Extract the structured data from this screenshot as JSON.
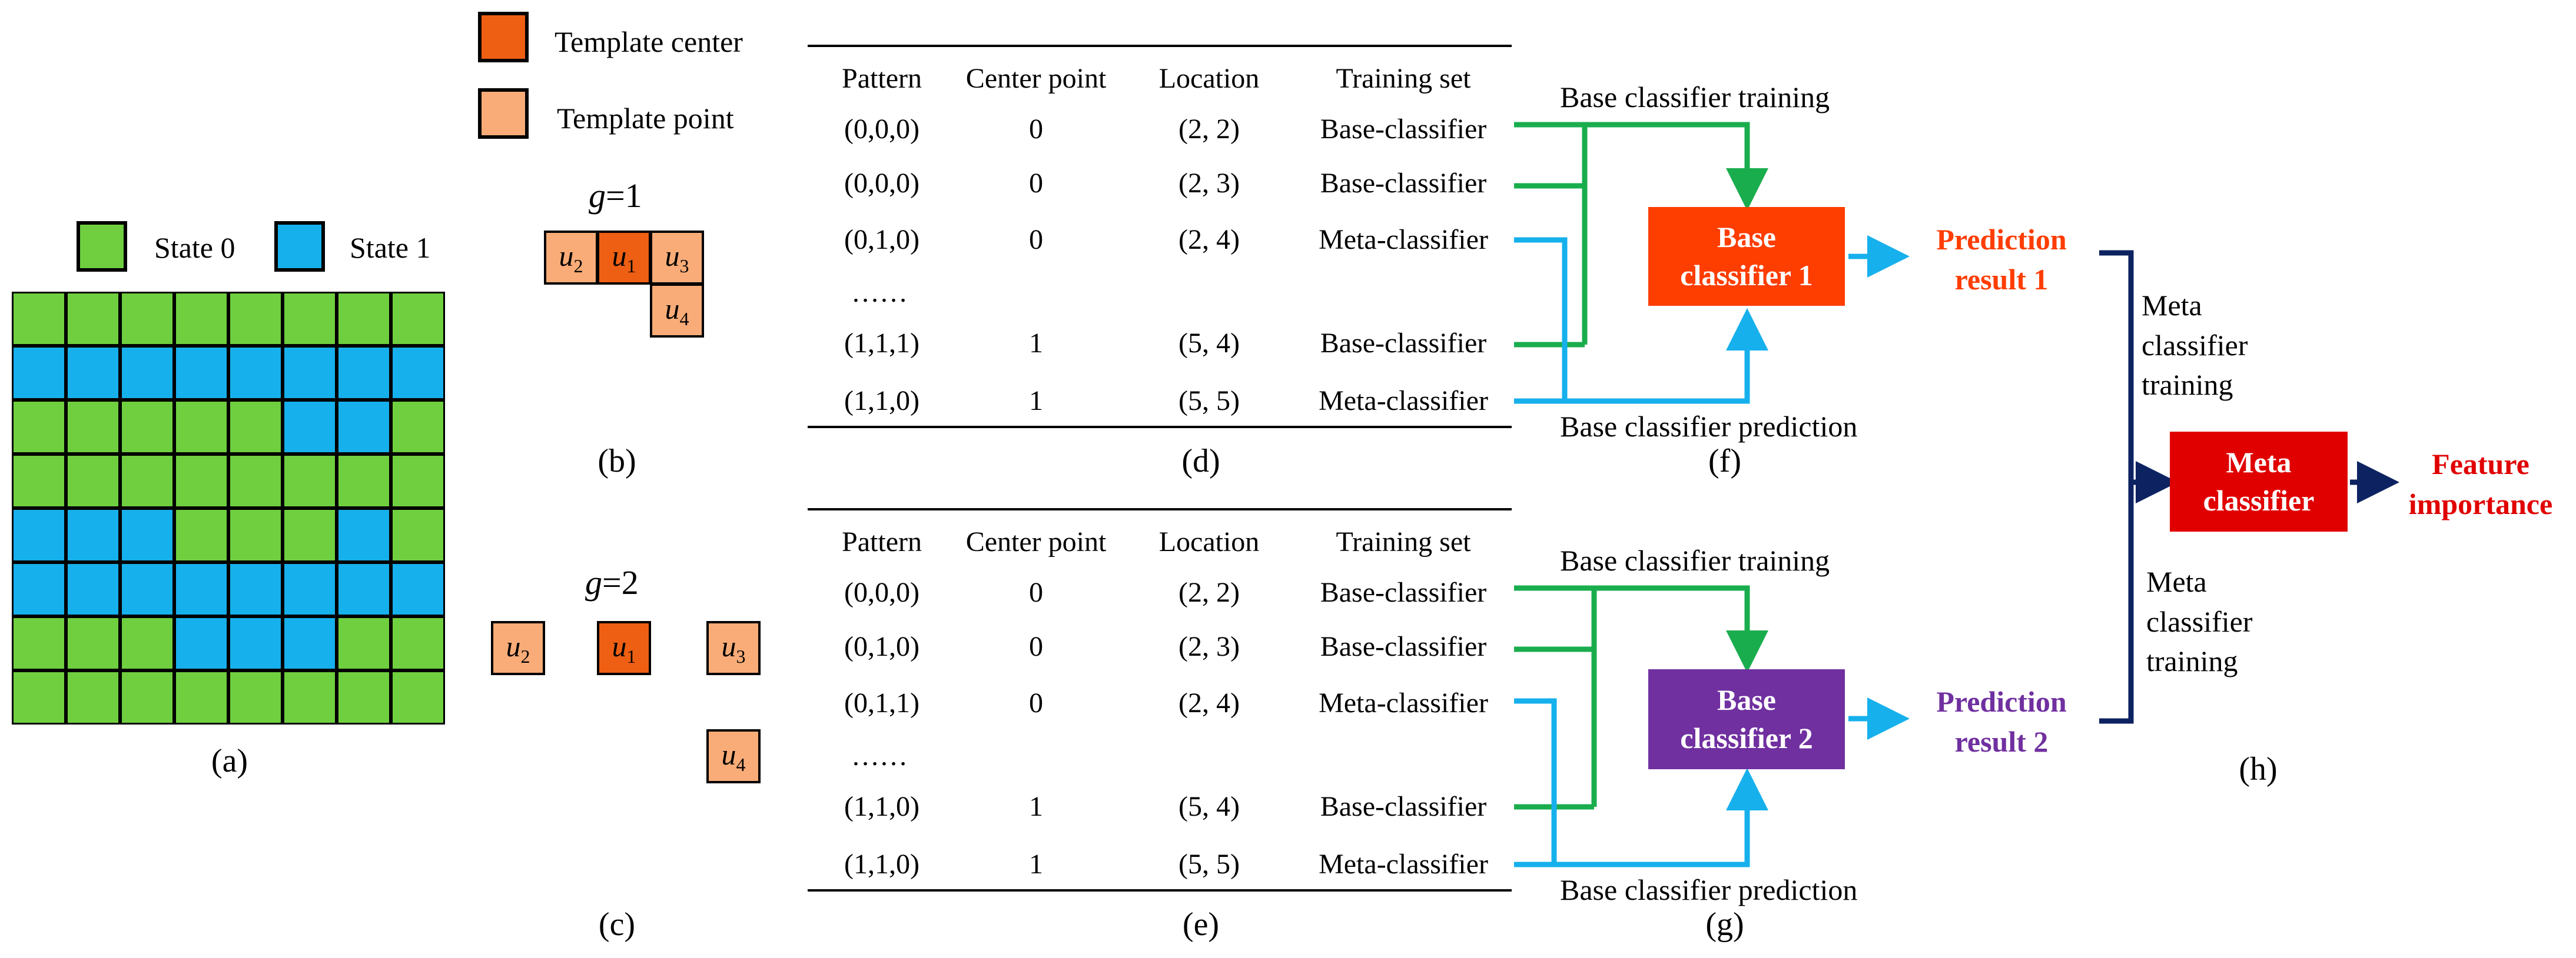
{
  "legend_template": {
    "center_label": "Template center",
    "point_label": "Template point"
  },
  "legend_state": {
    "state0": "State 0",
    "state1": "State 1"
  },
  "colors": {
    "state0": "#6fcf3f",
    "state1": "#16b0ec",
    "template_center": "#ee5f13",
    "template_point": "#f9ac78",
    "green_arrow": "#1aad4e",
    "blue_arrow": "#16b0ec",
    "base1": "#fe3d00",
    "base2": "#7030a0",
    "meta": "#e00000",
    "dark_line": "#0d2260"
  },
  "grid": {
    "rows": [
      [
        0,
        0,
        0,
        0,
        0,
        0,
        0,
        0
      ],
      [
        1,
        1,
        1,
        1,
        1,
        1,
        1,
        1
      ],
      [
        0,
        0,
        0,
        0,
        0,
        1,
        1,
        0
      ],
      [
        0,
        0,
        0,
        0,
        0,
        0,
        0,
        0
      ],
      [
        1,
        1,
        1,
        0,
        0,
        0,
        1,
        0
      ],
      [
        1,
        1,
        1,
        1,
        1,
        1,
        1,
        1
      ],
      [
        0,
        0,
        0,
        1,
        1,
        1,
        0,
        0
      ],
      [
        0,
        0,
        0,
        0,
        0,
        0,
        0,
        0
      ]
    ]
  },
  "panel_labels": {
    "a": "(a)",
    "b": "(b)",
    "c": "(c)",
    "d": "(d)",
    "e": "(e)",
    "f": "(f)",
    "g": "(g)",
    "h": "(h)"
  },
  "template_b": {
    "g_label": "g=1",
    "u1": "u1",
    "u2": "u2",
    "u3": "u3",
    "u4": "u4"
  },
  "template_c": {
    "g_label": "g=2",
    "u1": "u1",
    "u2": "u2",
    "u3": "u3",
    "u4": "u4"
  },
  "table_d": {
    "headers": [
      "Pattern",
      "Center point",
      "Location",
      "Training set"
    ],
    "rows": [
      [
        "(0,0,0)",
        "0",
        "(2, 2)",
        "Base-classifier"
      ],
      [
        "(0,0,0)",
        "0",
        "(2, 3)",
        "Base-classifier"
      ],
      [
        "(0,1,0)",
        "0",
        "(2, 4)",
        "Meta-classifier"
      ],
      [
        "……",
        "",
        "",
        ""
      ],
      [
        "(1,1,1)",
        "1",
        "(5, 4)",
        "Base-classifier"
      ],
      [
        "(1,1,0)",
        "1",
        "(5, 5)",
        "Meta-classifier"
      ]
    ]
  },
  "table_e": {
    "headers": [
      "Pattern",
      "Center point",
      "Location",
      "Training set"
    ],
    "rows": [
      [
        "(0,0,0)",
        "0",
        "(2, 2)",
        "Base-classifier"
      ],
      [
        "(0,1,0)",
        "0",
        "(2, 3)",
        "Base-classifier"
      ],
      [
        "(0,1,1)",
        "0",
        "(2, 4)",
        "Meta-classifier"
      ],
      [
        "……",
        "",
        "",
        ""
      ],
      [
        "(1,1,0)",
        "1",
        "(5, 4)",
        "Base-classifier"
      ],
      [
        "(1,1,0)",
        "1",
        "(5, 5)",
        "Meta-classifier"
      ]
    ]
  },
  "flow_f": {
    "train_label": "Base classifier training",
    "predict_label": "Base classifier prediction",
    "box_line1": "Base",
    "box_line2": "classifier 1",
    "result_line1": "Prediction",
    "result_line2": "result 1"
  },
  "flow_g": {
    "train_label": "Base classifier training",
    "predict_label": "Base classifier prediction",
    "box_line1": "Base",
    "box_line2": "classifier 2",
    "result_line1": "Prediction",
    "result_line2": "result 2"
  },
  "meta": {
    "top_text": [
      "Meta",
      "classifier",
      "training"
    ],
    "bottom_text": [
      "Meta",
      "classifier",
      "training"
    ],
    "box_line1": "Meta",
    "box_line2": "classifier",
    "output_line1": "Feature",
    "output_line2": "importance"
  }
}
